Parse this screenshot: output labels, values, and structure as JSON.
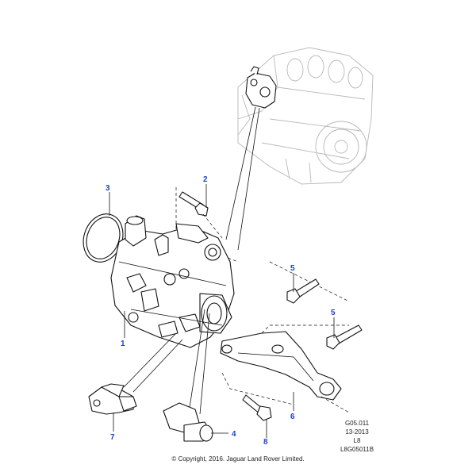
{
  "diagram": {
    "callouts": [
      {
        "id": "1",
        "label": "1"
      },
      {
        "id": "2",
        "label": "2"
      },
      {
        "id": "3",
        "label": "3"
      },
      {
        "id": "4",
        "label": "4"
      },
      {
        "id": "5a",
        "label": "5"
      },
      {
        "id": "5b",
        "label": "5"
      },
      {
        "id": "6",
        "label": "6"
      },
      {
        "id": "7",
        "label": "7"
      },
      {
        "id": "8",
        "label": "8"
      }
    ],
    "reference": {
      "line1": "G05.011",
      "line2": "13-2013",
      "line3": "L8",
      "line4": "L8G05011B"
    },
    "copyright": "© Copyright, 2016. Jaguar Land Rover Limited.",
    "colors": {
      "callout": "#1a3fd6",
      "line": "#111111",
      "engine_ghost": "#b8b8b8"
    }
  }
}
